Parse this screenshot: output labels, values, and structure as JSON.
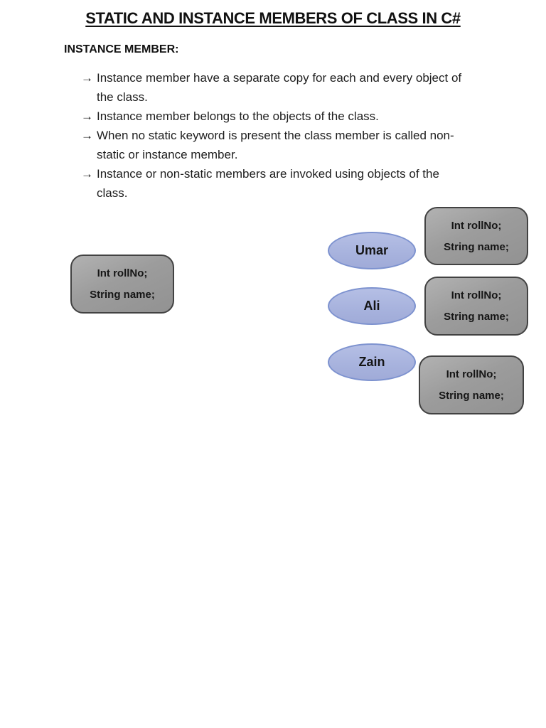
{
  "page": {
    "title": "STATIC AND INSTANCE MEMBERS OF CLASS IN C#",
    "section_heading": "INSTANCE MEMBER:",
    "bullet_marker": "→",
    "bullets": [
      "Instance member have a separate copy for each and every object of the class.",
      "Instance member belongs to the objects of the class.",
      "When no static keyword is present the class member is called non-static or instance member.",
      "Instance or non-static members are invoked using objects of the class."
    ]
  },
  "diagram": {
    "objects": [
      {
        "label": "Umar"
      },
      {
        "label": "Ali"
      },
      {
        "label": "Zain"
      }
    ],
    "boxes": [
      {
        "line1": "Int rollNo;",
        "line2": "String name;"
      },
      {
        "line1": "Int rollNo;",
        "line2": "String name;"
      },
      {
        "line1": "Int rollNo;",
        "line2": "String name;"
      },
      {
        "line1": "Int rollNo;",
        "line2": "String name;"
      }
    ],
    "colors": {
      "object_fill": "#aab4de",
      "object_border": "#7d92cf",
      "box_fill": "#9a9a9a",
      "box_border": "#424242",
      "text": "#151515"
    }
  }
}
